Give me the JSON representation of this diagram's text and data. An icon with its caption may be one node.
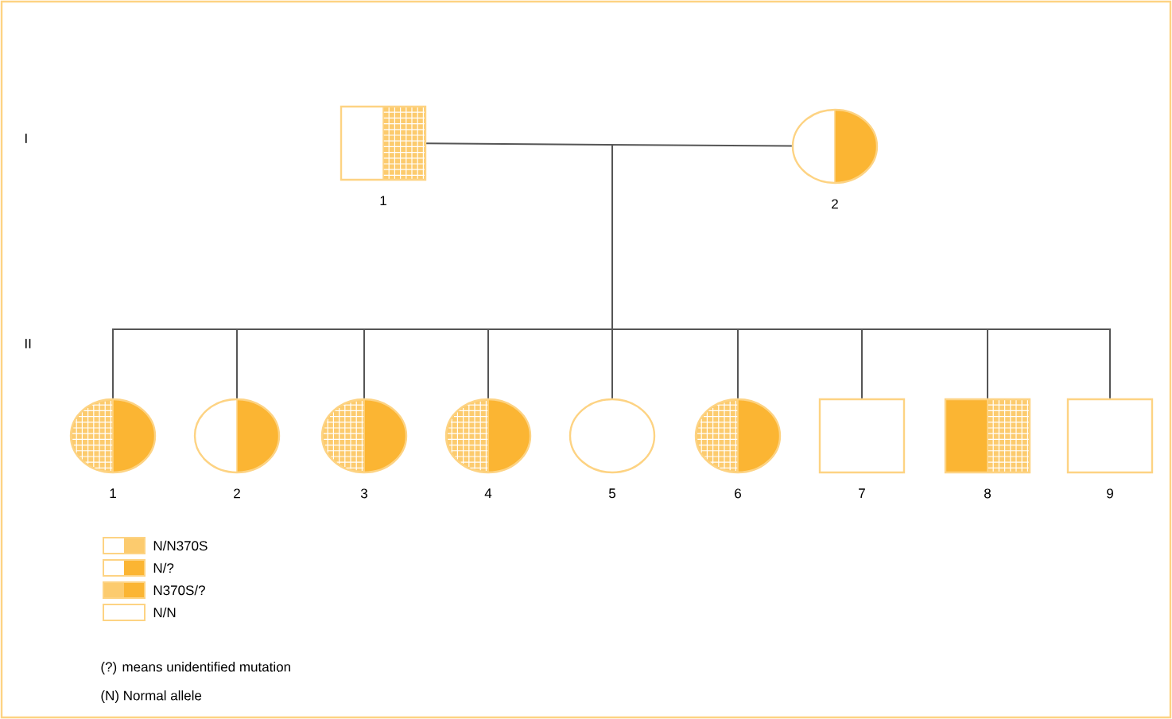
{
  "diagram": {
    "nodes": [
      {
        "text": [],
        "shape": "box",
        "beside": [
          "1"
        ]
      },
      {
        "text": [],
        "shape": "circle",
        "beside": [
          "2"
        ]
      },
      {
        "text": [],
        "shape": "circle",
        "beside": [
          "1"
        ]
      },
      {
        "text": [],
        "shape": "circle",
        "beside": [
          "2"
        ]
      },
      {
        "text": [],
        "shape": "circle",
        "beside": [
          "3"
        ]
      },
      {
        "text": [],
        "shape": "circle",
        "beside": [
          "4"
        ]
      },
      {
        "text": [],
        "shape": "circle",
        "beside": [
          "5"
        ]
      },
      {
        "text": [],
        "shape": "circle",
        "beside": [
          "6"
        ]
      },
      {
        "text": [],
        "shape": "box",
        "beside": [
          "7"
        ]
      },
      {
        "text": [],
        "shape": "box",
        "beside": [
          "8"
        ]
      },
      {
        "text": [],
        "shape": "box",
        "beside": [
          "9"
        ]
      }
    ],
    "edges": [
      {
        "from": 0,
        "to": 1,
        "arrow": "none"
      },
      {
        "from": 0,
        "to": 2,
        "arrow": "none"
      },
      {
        "from": 0,
        "to": 3,
        "arrow": "none"
      },
      {
        "from": 0,
        "to": 4,
        "arrow": "none"
      },
      {
        "from": 0,
        "to": 5,
        "arrow": "none"
      },
      {
        "from": 0,
        "to": 6,
        "arrow": "none"
      },
      {
        "from": 0,
        "to": 7,
        "arrow": "none"
      },
      {
        "from": 0,
        "to": 8,
        "arrow": "none"
      },
      {
        "from": 0,
        "to": 9,
        "arrow": "none"
      },
      {
        "from": 0,
        "to": 10,
        "arrow": "none"
      },
      {
        "from": 1,
        "to": 2,
        "arrow": "none"
      },
      {
        "from": 1,
        "to": 3,
        "arrow": "none"
      },
      {
        "from": 1,
        "to": 4,
        "arrow": "none"
      },
      {
        "from": 1,
        "to": 5,
        "arrow": "none"
      },
      {
        "from": 1,
        "to": 6,
        "arrow": "none"
      },
      {
        "from": 1,
        "to": 7,
        "arrow": "none"
      },
      {
        "from": 1,
        "to": 8,
        "arrow": "none"
      },
      {
        "from": 1,
        "to": 9,
        "arrow": "none"
      },
      {
        "from": 1,
        "to": 10,
        "arrow": "none"
      }
    ],
    "labels": [
      "I",
      "II",
      "(?) means unidentified mutation",
      "(N) Normal allele"
    ],
    "legend": [
      {
        "text": "N/N370S"
      },
      {
        "text": "N/?"
      },
      {
        "text": "N370S/?"
      },
      {
        "text": "N/N"
      }
    ]
  }
}
